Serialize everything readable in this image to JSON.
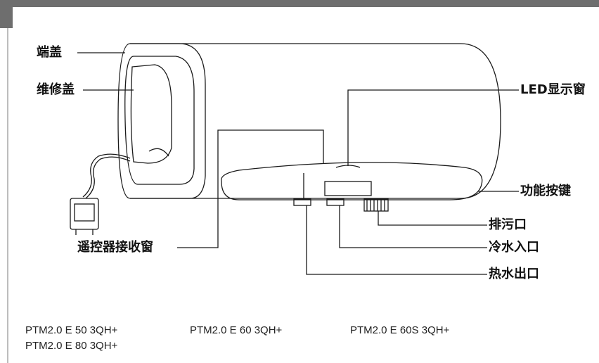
{
  "callouts": {
    "end_cover": "端盖",
    "service_cover": "维修盖",
    "led_window": "LED显示窗",
    "function_keys": "功能按键",
    "drain_outlet": "排污口",
    "cold_water_inlet": "冷水入口",
    "hot_water_outlet": "热水出口",
    "remote_receiver": "遥控器接收窗"
  },
  "models": [
    "PTM2.0 E 50 3QH+",
    "PTM2.0 E 60 3QH+",
    "PTM2.0 E 60S 3QH+",
    "PTM2.0 E 80 3QH+"
  ],
  "colors": {
    "frame": "#6e6e6e",
    "rule": "#bdbdbd",
    "line": "#1a1a1a"
  }
}
